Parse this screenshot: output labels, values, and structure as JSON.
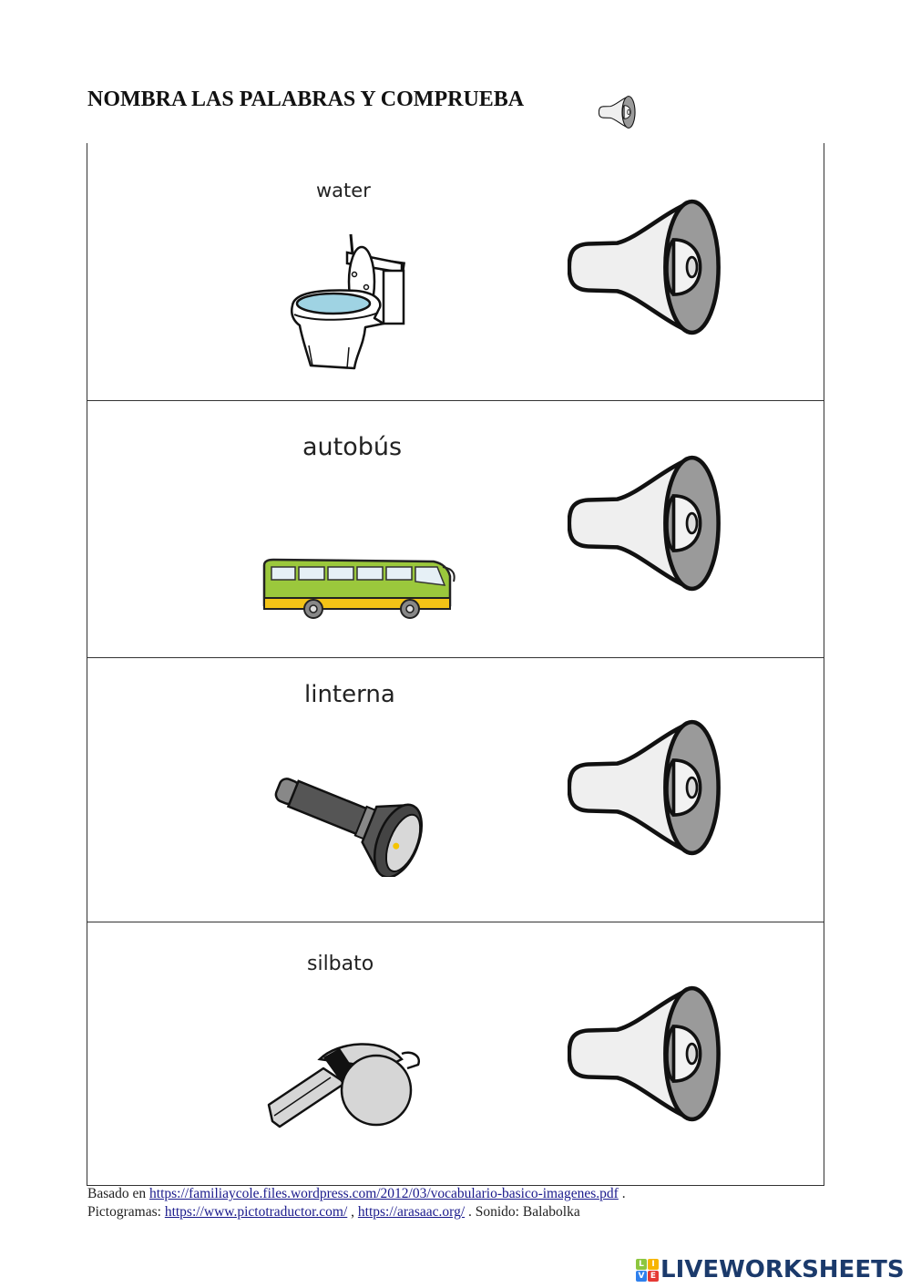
{
  "header": {
    "title": "NOMBRA LAS PALABRAS Y COMPRUEBA",
    "speaker_icon": "speaker-icon"
  },
  "rows": [
    {
      "word": "water",
      "pictogram": "toilet-icon",
      "speaker_icon": "megaphone-speaker-icon"
    },
    {
      "word": "autobús",
      "pictogram": "bus-icon",
      "speaker_icon": "megaphone-speaker-icon"
    },
    {
      "word": "linterna",
      "pictogram": "flashlight-icon",
      "speaker_icon": "megaphone-speaker-icon"
    },
    {
      "word": "silbato",
      "pictogram": "whistle-icon",
      "speaker_icon": "megaphone-speaker-icon"
    }
  ],
  "footer": {
    "line1_prefix": "Basado en ",
    "line1_link": "https://familiaycole.files.wordpress.com/2012/03/vocabulario-basico-imagenes.pdf",
    "line1_suffix": " .",
    "line2_prefix": "Pictogramas: ",
    "line2_link1": "https://www.pictotraductor.com/",
    "line2_sep": " , ",
    "line2_link2": "https://arasaac.org/",
    "line2_suffix": " . Sonido: Balabolka"
  },
  "branding": {
    "logo_letters": [
      "L",
      "I",
      "V",
      "E"
    ],
    "logo_colors": [
      "#8cc63f",
      "#f7b500",
      "#2f80ed",
      "#e53935"
    ],
    "logo_text": "LIVEWORKSHEETS",
    "logo_text_color": "#1b3a6b"
  }
}
